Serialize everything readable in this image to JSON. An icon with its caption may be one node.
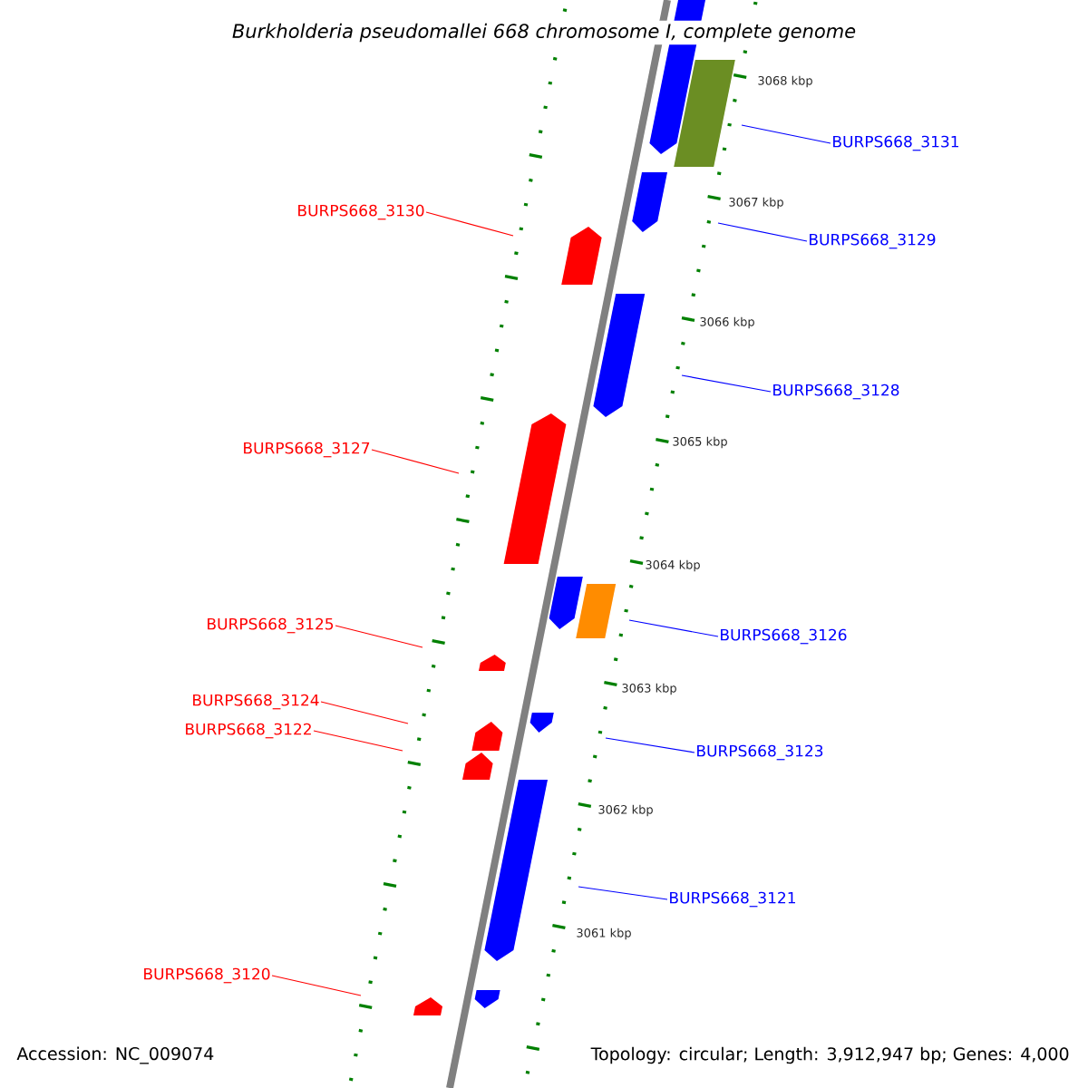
{
  "diagram": {
    "title": "Burkholderia pseudomallei 668 chromosome I, complete genome",
    "nodes": [
      {
        "text": [
          "BURPS668_3131"
        ]
      },
      {
        "text": [
          "BURPS668_3130"
        ]
      },
      {
        "text": [
          "BURPS668_3129"
        ]
      },
      {
        "text": [
          "BURPS668_3128"
        ]
      },
      {
        "text": [
          "BURPS668_3127"
        ]
      },
      {
        "text": [
          "BURPS668_3125"
        ]
      },
      {
        "text": [
          "BURPS668_3126"
        ]
      },
      {
        "text": [
          "BURPS668_3124"
        ]
      },
      {
        "text": [
          "BURPS668_3122"
        ]
      },
      {
        "text": [
          "BURPS668_3123"
        ]
      },
      {
        "text": [
          "BURPS668_3121"
        ]
      },
      {
        "text": [
          "BURPS668_3120"
        ]
      }
    ],
    "edges": [
      {
        "from": 0,
        "to": null,
        "arrow": "none",
        "color": "#0000ff"
      },
      {
        "from": 1,
        "to": null,
        "arrow": "none",
        "color": "#ff0000"
      },
      {
        "from": 2,
        "to": null,
        "arrow": "none",
        "color": "#0000ff"
      },
      {
        "from": 3,
        "to": null,
        "arrow": "none",
        "color": "#0000ff"
      },
      {
        "from": 4,
        "to": null,
        "arrow": "none",
        "color": "#ff0000"
      },
      {
        "from": 5,
        "to": null,
        "arrow": "none",
        "color": "#ff0000"
      },
      {
        "from": 6,
        "to": null,
        "arrow": "none",
        "color": "#0000ff"
      },
      {
        "from": 7,
        "to": null,
        "arrow": "none",
        "color": "#ff0000"
      },
      {
        "from": 8,
        "to": null,
        "arrow": "none",
        "color": "#ff0000"
      },
      {
        "from": 9,
        "to": null,
        "arrow": "none",
        "color": "#0000ff"
      },
      {
        "from": 10,
        "to": null,
        "arrow": "none",
        "color": "#0000ff"
      },
      {
        "from": 11,
        "to": null,
        "arrow": "none",
        "color": "#ff0000"
      }
    ],
    "labels": [
      "3068 kbp",
      "3067 kbp",
      "3066 kbp",
      "3065 kbp",
      "3064 kbp",
      "3063 kbp",
      "3062 kbp",
      "3061 kbp",
      "Accession: NC_009074",
      "Topology: circular; Length: 3,912,947 bp; Genes: 4,000"
    ]
  }
}
